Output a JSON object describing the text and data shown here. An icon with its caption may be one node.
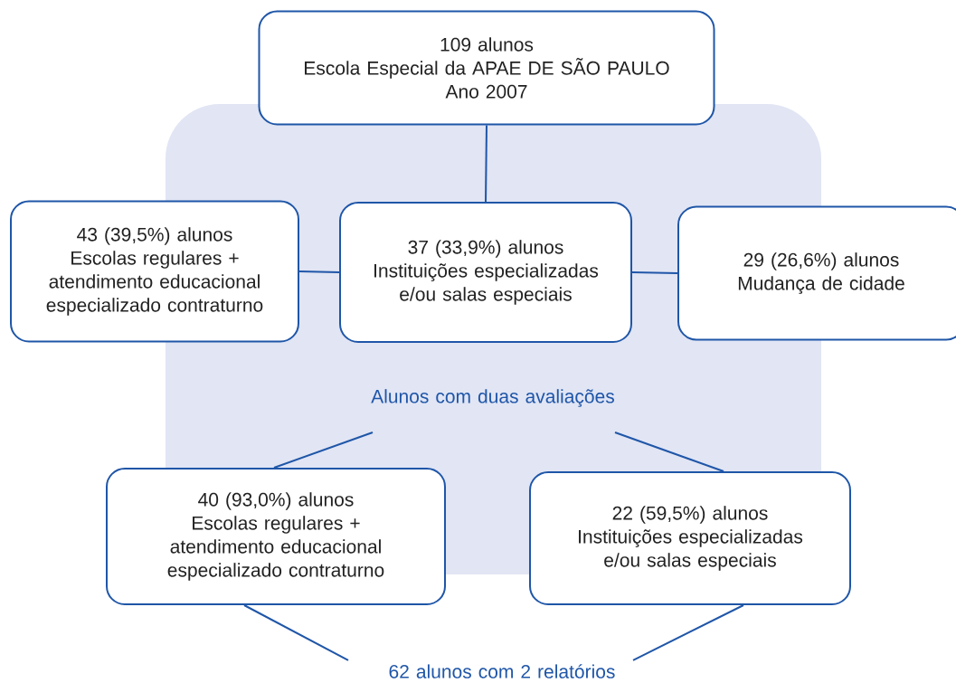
{
  "diagram": {
    "nodes": [
      {
        "text": [
          "109 alunos",
          "Escola Especial da APAE DE SÃO PAULO",
          "Ano 2007"
        ]
      },
      {
        "text": [
          "43 (39,5%) alunos",
          "Escolas regulares + atendimento educacional especializado contraturno"
        ]
      },
      {
        "text": [
          "37 (33,9%) alunos",
          "Instituições especializadas e/ou salas especiais"
        ]
      },
      {
        "text": [
          "29 (26,6%) alunos",
          "Mudança de cidade"
        ]
      },
      {
        "text": [
          "Alunos com duas avaliações"
        ]
      },
      {
        "text": [
          "40 (93,0%) alunos",
          "Escolas regulares + atendimento educacional especializado contraturno"
        ]
      },
      {
        "text": [
          "22 (59,5%) alunos",
          "Instituições especializadas e/ou salas especiais"
        ]
      },
      {
        "text": [
          "62 alunos com 2 relatórios"
        ]
      }
    ],
    "edges": [
      {
        "from": 0,
        "to": 2,
        "arrow": "none"
      },
      {
        "from": 2,
        "to": 1,
        "arrow": "none"
      },
      {
        "from": 2,
        "to": 3,
        "arrow": "none"
      },
      {
        "from": 4,
        "to": 5,
        "arrow": "none"
      },
      {
        "from": 4,
        "to": 6,
        "arrow": "none"
      },
      {
        "from": 5,
        "to": 7,
        "arrow": "none"
      },
      {
        "from": 6,
        "to": 7,
        "arrow": "none"
      }
    ]
  }
}
